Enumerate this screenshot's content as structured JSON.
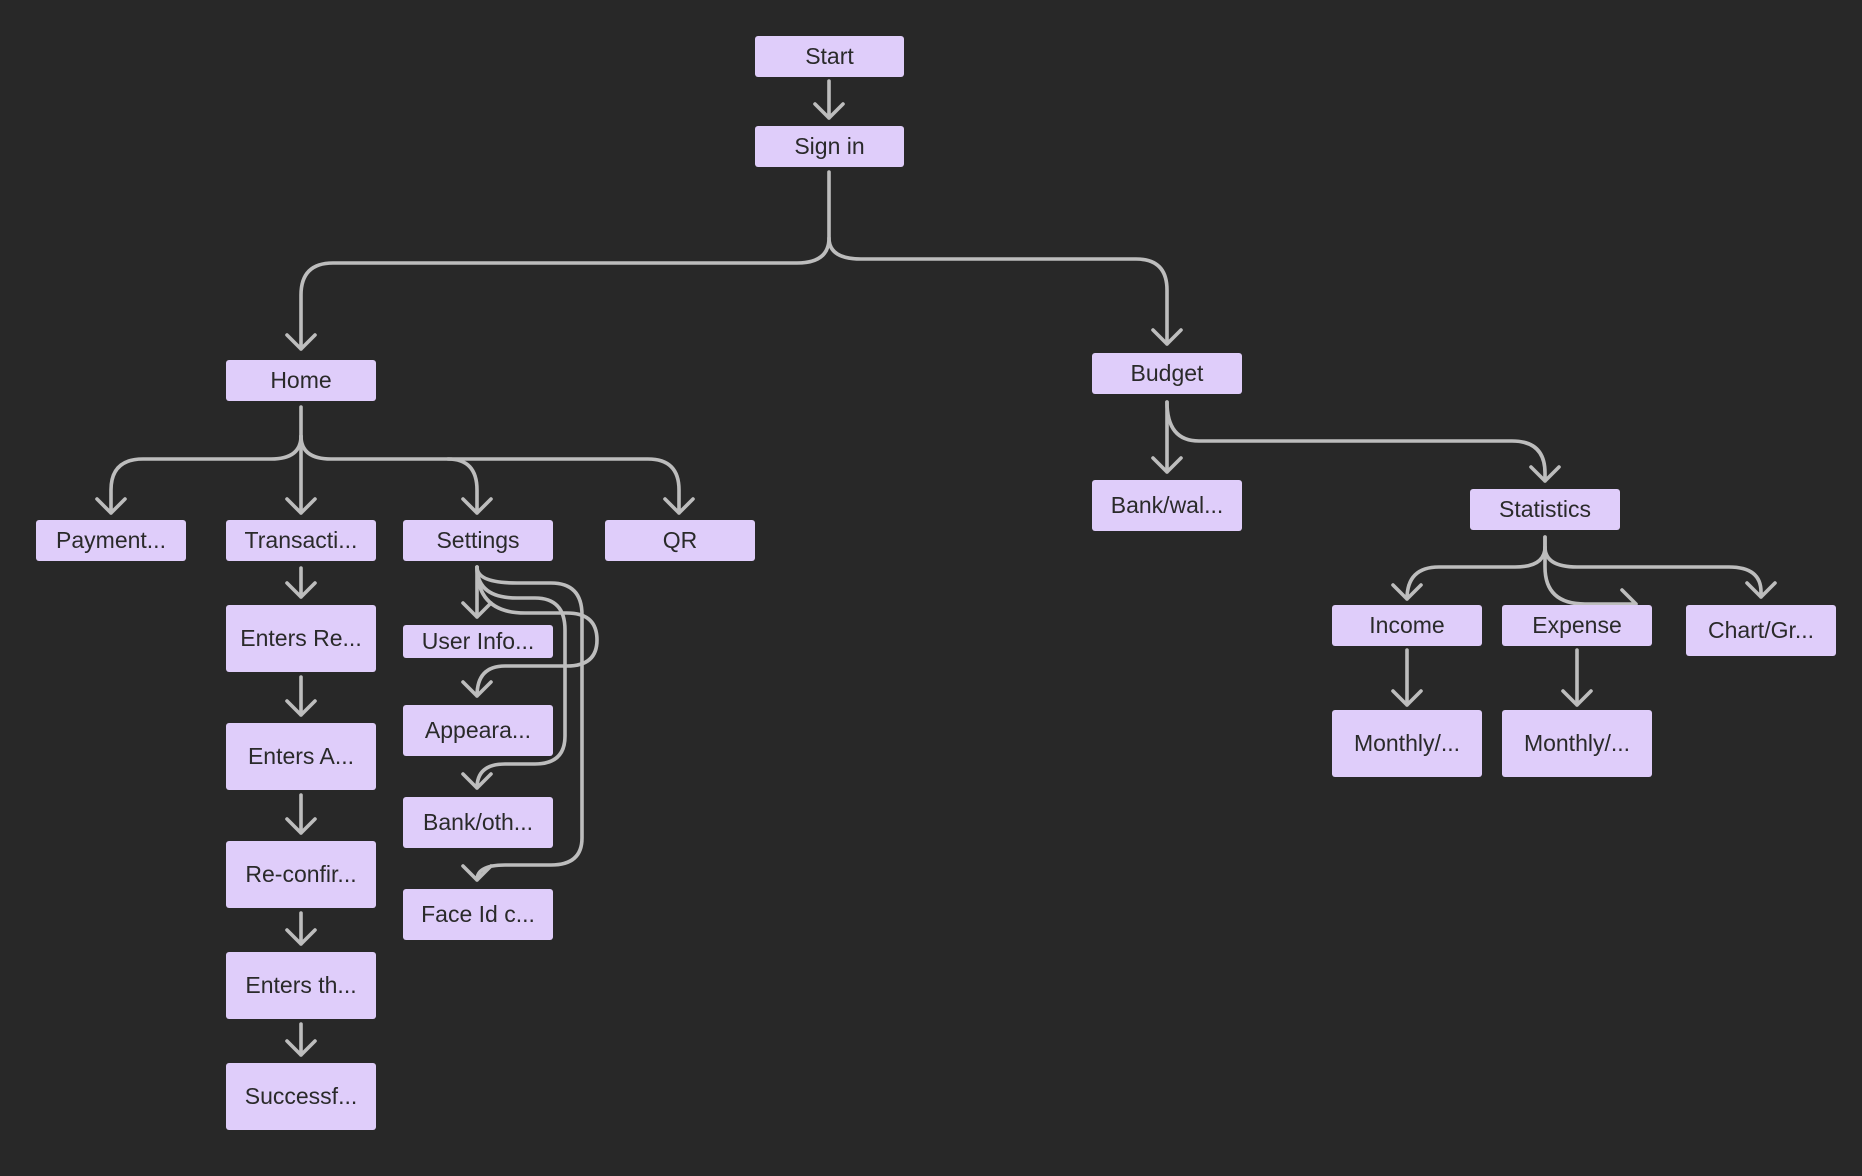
{
  "colors": {
    "background": "#282828",
    "node_fill": "#dfcdfa",
    "node_text": "#2a2a2a",
    "edge": "#bdbdbd"
  },
  "nodes": {
    "start": "Start",
    "sign_in": "Sign in",
    "home": "Home",
    "budget": "Budget",
    "payment": "Payment...",
    "transaction": "Transacti...",
    "settings": "Settings",
    "qr": "QR",
    "enters_re": "Enters Re...",
    "enters_a": "Enters A...",
    "reconfirm": "Re-confir...",
    "enters_th": "Enters th...",
    "successful": "Successf...",
    "user_info": "User Info...",
    "appearance": "Appeara...",
    "bank_other": "Bank/oth...",
    "face_id": "Face Id c...",
    "bank_wallet": "Bank/wal...",
    "statistics": "Statistics",
    "income": "Income",
    "expense": "Expense",
    "chart_graph": "Chart/Gr...",
    "monthly_income": "Monthly/...",
    "monthly_expense": "Monthly/..."
  }
}
